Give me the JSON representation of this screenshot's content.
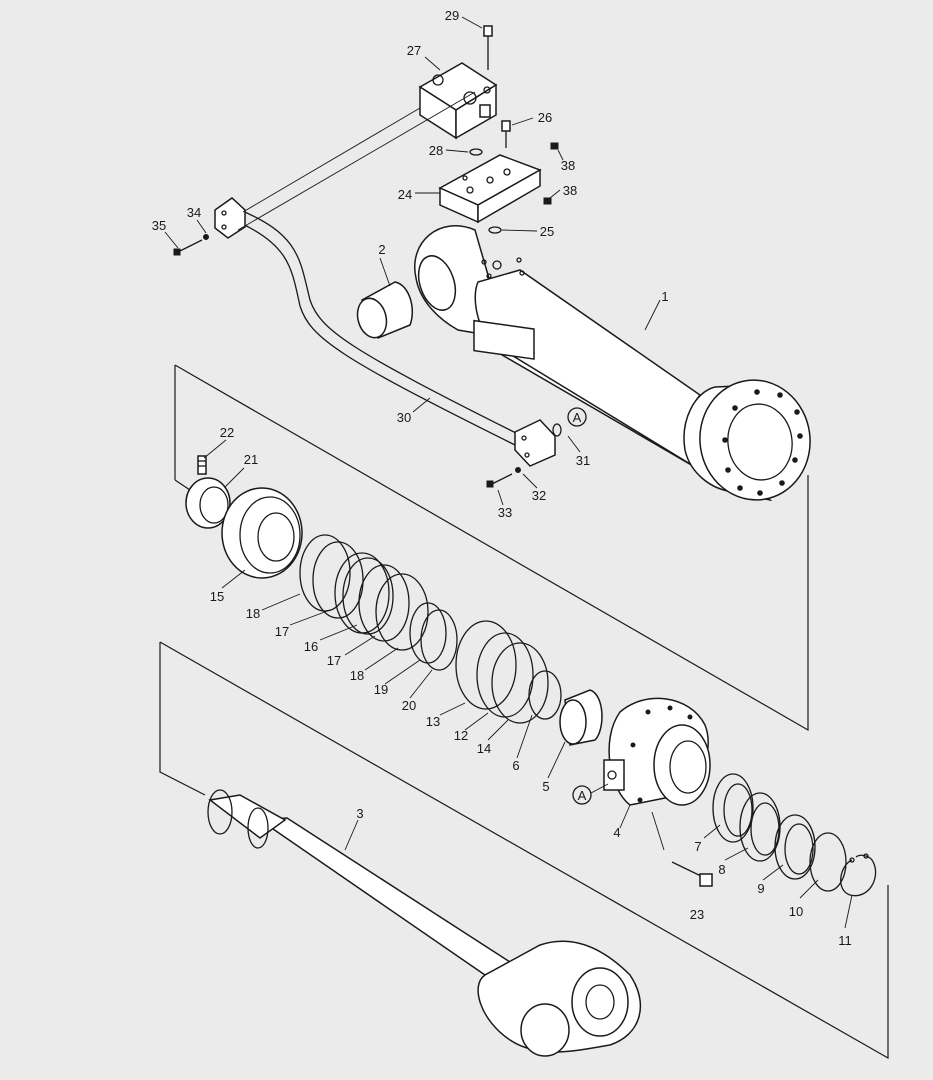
{
  "callouts": [
    {
      "id": "c1",
      "text": "1"
    },
    {
      "id": "c2",
      "text": "2"
    },
    {
      "id": "c3",
      "text": "3"
    },
    {
      "id": "c4",
      "text": "4"
    },
    {
      "id": "c5",
      "text": "5"
    },
    {
      "id": "c6",
      "text": "6"
    },
    {
      "id": "c7",
      "text": "7"
    },
    {
      "id": "c8",
      "text": "8"
    },
    {
      "id": "c9",
      "text": "9"
    },
    {
      "id": "c10",
      "text": "10"
    },
    {
      "id": "c11",
      "text": "11"
    },
    {
      "id": "c12",
      "text": "12"
    },
    {
      "id": "c13",
      "text": "13"
    },
    {
      "id": "c14",
      "text": "14"
    },
    {
      "id": "c15",
      "text": "15"
    },
    {
      "id": "c16",
      "text": "16"
    },
    {
      "id": "c17a",
      "text": "17"
    },
    {
      "id": "c17b",
      "text": "17"
    },
    {
      "id": "c18a",
      "text": "18"
    },
    {
      "id": "c18b",
      "text": "18"
    },
    {
      "id": "c19",
      "text": "19"
    },
    {
      "id": "c20",
      "text": "20"
    },
    {
      "id": "c21",
      "text": "21"
    },
    {
      "id": "c22",
      "text": "22"
    },
    {
      "id": "c23",
      "text": "23"
    },
    {
      "id": "c24",
      "text": "24"
    },
    {
      "id": "c25",
      "text": "25"
    },
    {
      "id": "c26",
      "text": "26"
    },
    {
      "id": "c27",
      "text": "27"
    },
    {
      "id": "c28",
      "text": "28"
    },
    {
      "id": "c29",
      "text": "29"
    },
    {
      "id": "c30",
      "text": "30"
    },
    {
      "id": "c31",
      "text": "31"
    },
    {
      "id": "c32",
      "text": "32"
    },
    {
      "id": "c33",
      "text": "33"
    },
    {
      "id": "c34",
      "text": "34"
    },
    {
      "id": "c35",
      "text": "35"
    },
    {
      "id": "c38a",
      "text": "38"
    },
    {
      "id": "c38b",
      "text": "38"
    }
  ],
  "references": [
    {
      "id": "refA1",
      "text": "A"
    },
    {
      "id": "refA2",
      "text": "A"
    }
  ],
  "colors": {
    "background": "#ebebeb",
    "line": "#1a1a1a",
    "part_fill": "#ffffff"
  }
}
